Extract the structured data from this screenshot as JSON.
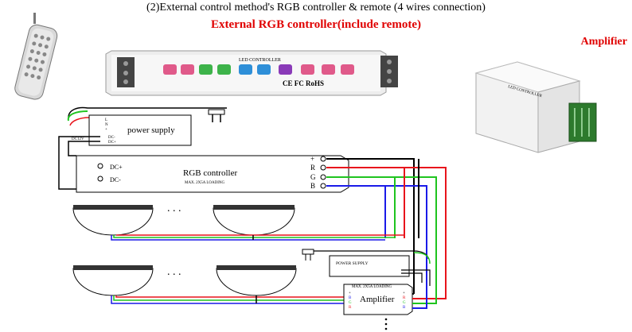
{
  "header": {
    "title": "(2)External control method's RGB controller & remote (4 wires connection)",
    "subtitle": "External RGB controller(include remote)",
    "amplifier_heading": "Amplifier"
  },
  "devices": {
    "led_controller_label": "LED CONTROLLER",
    "led_controller_cert": "CE FC RoHS",
    "amplifier_unit_label": "LED CONTROLLER"
  },
  "diagram": {
    "power_supply_label": "power supply",
    "power_supply_terminals": [
      "L",
      "N",
      "+"
    ],
    "dc_out_labels": [
      "DC-",
      "DC+"
    ],
    "dc_12v_label": "DC12V",
    "rgb_controller_label": "RGB controller",
    "rgb_controller_rating": "MAX. 2X5A LOADING",
    "rgb_dc_plus": "DC+",
    "rgb_dc_minus": "DC-",
    "rgb_outputs": [
      "+",
      "R",
      "G",
      "B"
    ],
    "power_supply_small_label": "POWER SUPPLY",
    "amplifier_rating": "MAX. 2X5A LOADING",
    "amplifier_label": "Amplifier",
    "amp_in_labels": [
      "+",
      "B",
      "G",
      "R"
    ],
    "amp_out_labels": [
      "+",
      "R",
      "G",
      "B"
    ],
    "ellipsis": ". . ."
  },
  "colors": {
    "red_wire": "#e8141c",
    "green_wire": "#1fc41f",
    "blue_wire": "#1a1ae8",
    "black_wire": "#000000",
    "accent_text": "#e00000"
  }
}
